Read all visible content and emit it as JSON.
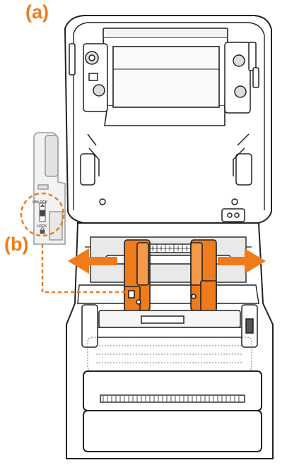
{
  "callouts": {
    "a": "(a)",
    "b": "(b)"
  },
  "inset_labels": {
    "unlock": "UNLOCK",
    "lock": "LOCK"
  },
  "colors": {
    "accent": "#f07b1a",
    "outline": "#222222",
    "light_gray": "#e6e6e6",
    "mid_gray": "#bdbdbd",
    "inset_stroke": "#9a9a9a"
  },
  "icons": {
    "arrow_left": "arrow-left-icon",
    "arrow_right": "arrow-right-icon",
    "lock": "lock-icon",
    "unlock": "unlock-icon"
  }
}
